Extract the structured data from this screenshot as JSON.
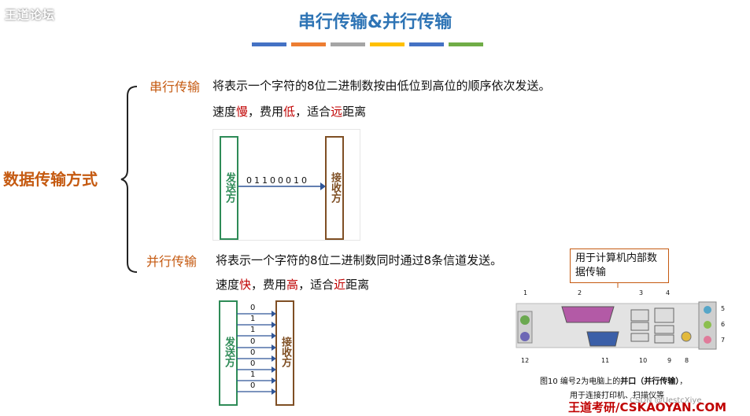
{
  "logo": {
    "text": "王道论坛"
  },
  "title": "串行传输&并行传输",
  "stripes": [
    "#4472c4",
    "#ed7d31",
    "#a5a5a5",
    "#ffc000",
    "#4472c4",
    "#70ad47"
  ],
  "main_topic": "数据传输方式",
  "serial": {
    "label": "串行传输",
    "description": "将表示一个字符的8位二进制数按由低位到高位的顺序依次发送。",
    "props": {
      "speed_prefix": "速度",
      "speed": "慢",
      "cost_prefix": "，费用",
      "cost": "低",
      "distance_prefix": "，适合",
      "distance": "远",
      "distance_suffix": "距离"
    },
    "diagram": {
      "sender": "发送方",
      "receiver": "接收方",
      "bits": "01100010"
    }
  },
  "parallel": {
    "label": "并行传输",
    "description": "将表示一个字符的8位二进制数同时通过8条信道发送。",
    "props": {
      "speed_prefix": "速度",
      "speed": "快",
      "cost_prefix": "，费用",
      "cost": "高",
      "distance_prefix": "，适合",
      "distance": "近",
      "distance_suffix": "距离"
    },
    "diagram": {
      "sender": "发送方",
      "receiver": "接收方",
      "bits": [
        "0",
        "1",
        "1",
        "0",
        "0",
        "0",
        "1",
        "0"
      ]
    }
  },
  "callout": "用于计算机内部数据传输",
  "photo": {
    "port_numbers_top": [
      "1",
      "2",
      "3",
      "4",
      "5",
      "6",
      "7"
    ],
    "port_numbers_bottom": [
      "12",
      "11",
      "10",
      "9",
      "8"
    ],
    "caption_line1_prefix": "图10  编号2为电脑上的",
    "caption_bold": "并口（并行传输）",
    "caption_line1_suffix": "，",
    "caption_line2": "用于连接打印机、扫描仪等"
  },
  "footer": "王道考研/CSKAOYAN.COM",
  "watermark": "CSDN @UestcXiye"
}
